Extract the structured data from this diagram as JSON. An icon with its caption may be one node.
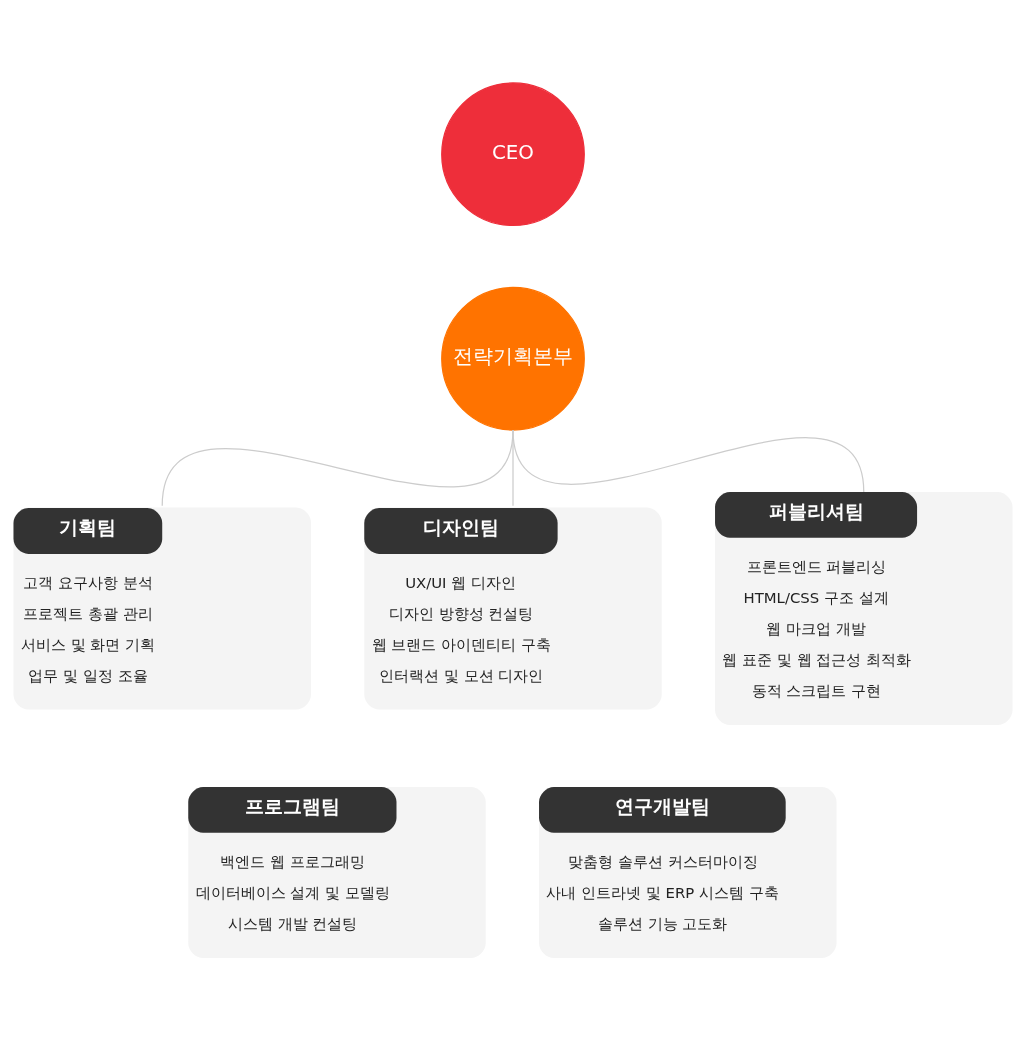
{
  "diagram": {
    "nodes": [
      {
        "text": [
          "CEO"
        ]
      },
      {
        "text": [
          "전략기획본부"
        ]
      },
      {
        "text": [
          "기획팀",
          "고객 요구사항 분석",
          "프로젝트 총괄 관리",
          "서비스 및 화면 기획",
          "업무 및 일정 조율"
        ]
      },
      {
        "text": [
          "디자인팀",
          "UX/UI 웹 디자인",
          "디자인 방향성 컨설팅",
          "웹 브랜드 아이덴티티 구축",
          "인터랙션 및 모션 디자인"
        ]
      },
      {
        "text": [
          "퍼블리셔팀",
          "프론트엔드 퍼블리싱",
          "HTML/CSS 구조 설계",
          "웹 마크업 개발",
          "웹 표준 및 웹 접근성 최적화",
          "동적 스크립트 구현"
        ]
      },
      {
        "text": [
          "프로그램팀",
          "백엔드 웹 프로그래밍",
          "데이터베이스 설계 및 모델링",
          "시스템 개발 컨설팅"
        ]
      },
      {
        "text": [
          "연구개발팀",
          "맞춤형 솔루션 커스터마이징",
          "사내 인트라넷 및 ERP 시스템 구축",
          "솔루션 기능 고도화"
        ]
      }
    ],
    "edges": [
      {
        "from": 1,
        "to": 2,
        "arrow": "none"
      },
      {
        "from": 1,
        "to": 3,
        "arrow": "none"
      },
      {
        "from": 1,
        "to": 4,
        "arrow": "none"
      }
    ]
  }
}
